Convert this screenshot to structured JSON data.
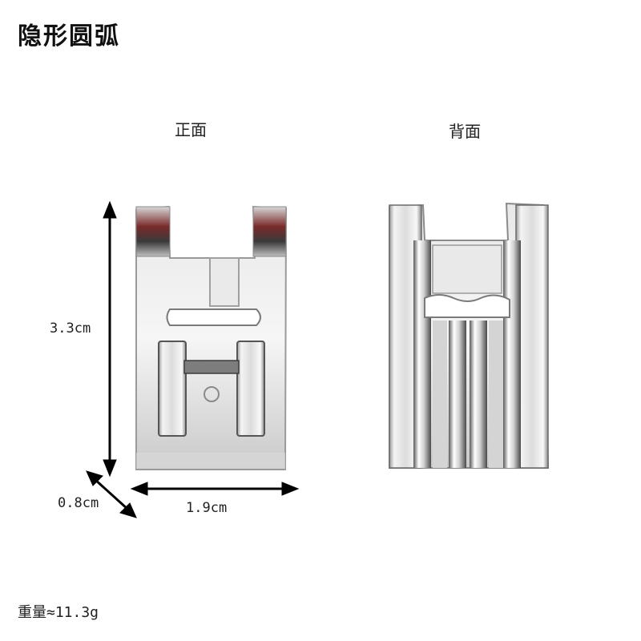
{
  "title": "隐形圆弧",
  "views": {
    "front_label": "正面",
    "back_label": "背面"
  },
  "dimensions": {
    "height": "3.3cm",
    "width": "1.9cm",
    "depth": "0.8cm"
  },
  "weight": "重量≈11.3g",
  "colors": {
    "metal_light": "#f2f2f2",
    "metal_mid": "#c8c8c8",
    "metal_dark": "#6a6a6a",
    "arrow": "#000000"
  }
}
